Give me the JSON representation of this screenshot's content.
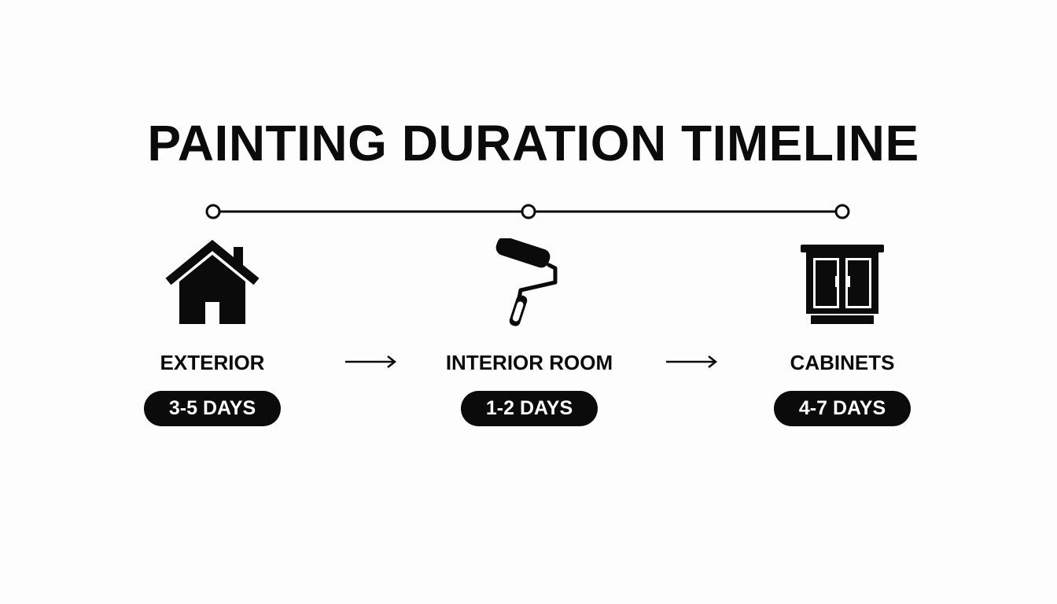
{
  "title": "PAINTING DURATION TIMELINE",
  "stages": [
    {
      "label": "EXTERIOR",
      "duration": "3-5 DAYS",
      "icon": "house-icon"
    },
    {
      "label": "INTERIOR ROOM",
      "duration": "1-2 DAYS",
      "icon": "paint-roller-icon"
    },
    {
      "label": "CABINETS",
      "duration": "4-7 DAYS",
      "icon": "cabinet-icon"
    }
  ],
  "colors": {
    "ink": "#0b0b0b",
    "background": "#fdfdfd",
    "pill_text": "#ffffff"
  }
}
